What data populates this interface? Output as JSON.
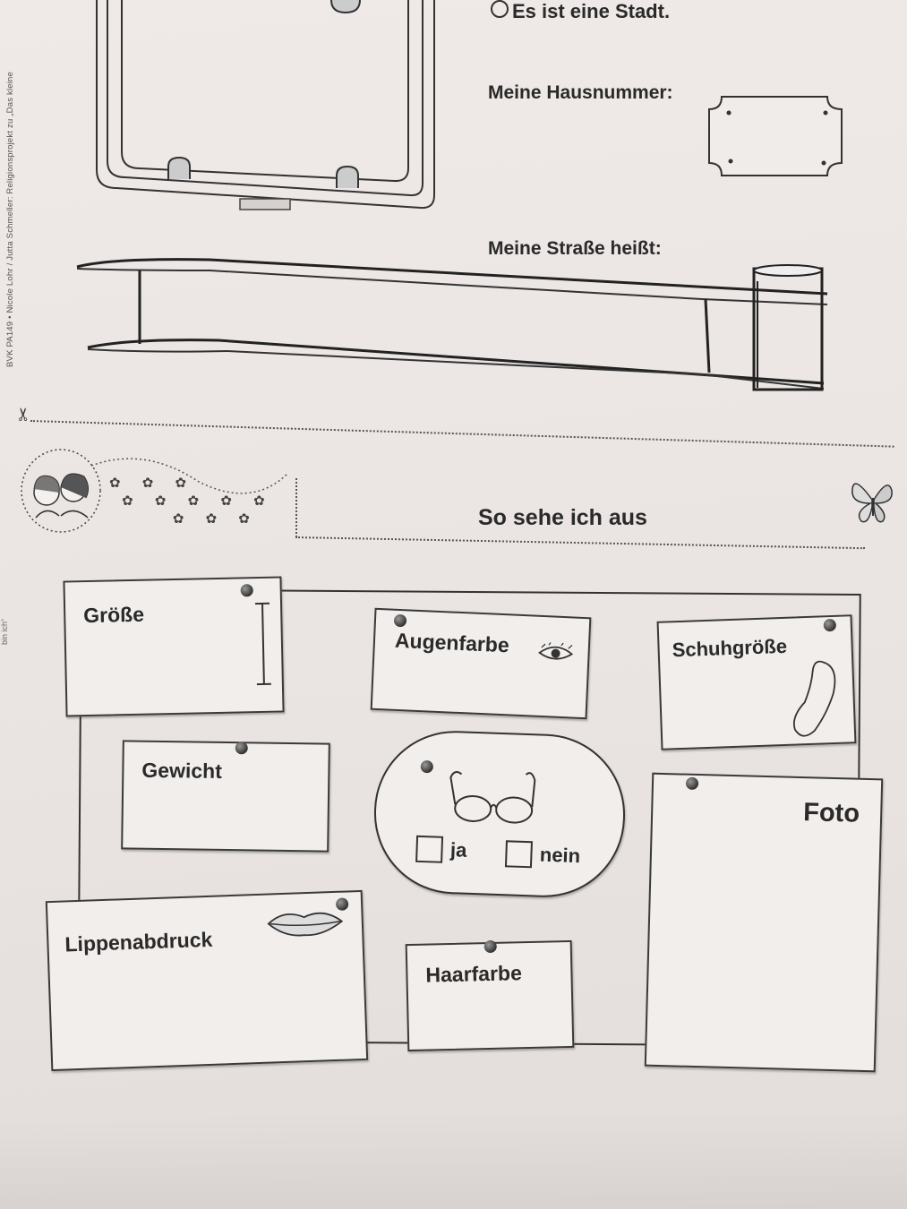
{
  "top": {
    "city_option": "Es ist eine Stadt.",
    "house_number_label": "Meine Hausnummer:",
    "street_label": "Meine Straße heißt:"
  },
  "side": {
    "publisher_credit": "BVK PA149 • Nicole Lohr / Jutta Schmeller: Religionsprojekt zu „Das kleine",
    "fragment": "bin ich“"
  },
  "section": {
    "title": "So sehe ich aus"
  },
  "cards": {
    "size": "Größe",
    "eye_color": "Augenfarbe",
    "shoe_size": "Schuhgröße",
    "weight": "Gewicht",
    "glasses_yes": "ja",
    "glasses_no": "nein",
    "photo": "Foto",
    "lip_print": "Lippenabdruck",
    "hair_color": "Haarfarbe"
  },
  "icons": [
    "scissors-icon",
    "eye-icon",
    "footprint-icon",
    "glasses-icon",
    "lips-icon",
    "butterfly-icon",
    "flower-icon",
    "children-drawing",
    "pin-icon"
  ]
}
